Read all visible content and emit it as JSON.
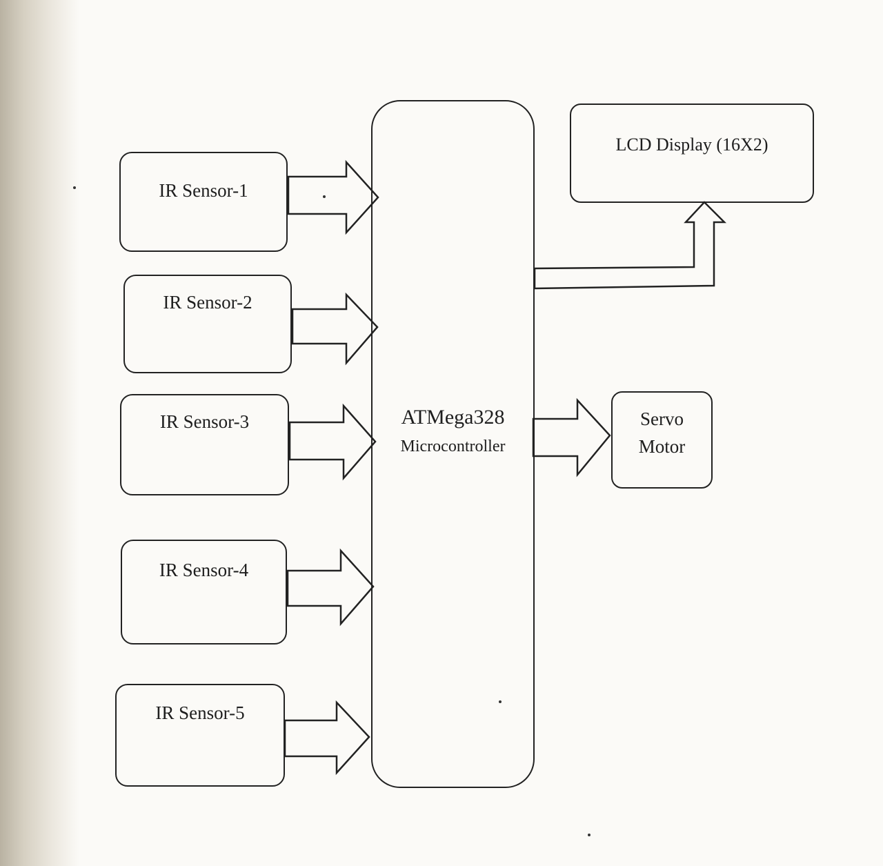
{
  "inputs": [
    {
      "label": "IR Sensor-1"
    },
    {
      "label": "IR Sensor-2"
    },
    {
      "label": "IR Sensor-3"
    },
    {
      "label": "IR Sensor-4"
    },
    {
      "label": "IR Sensor-5"
    }
  ],
  "controller": {
    "name": "ATMega328",
    "type": "Microcontroller"
  },
  "outputs": {
    "lcd": {
      "label": "LCD Display (16X2)"
    },
    "servo": {
      "line1": "Servo",
      "line2": "Motor"
    }
  }
}
